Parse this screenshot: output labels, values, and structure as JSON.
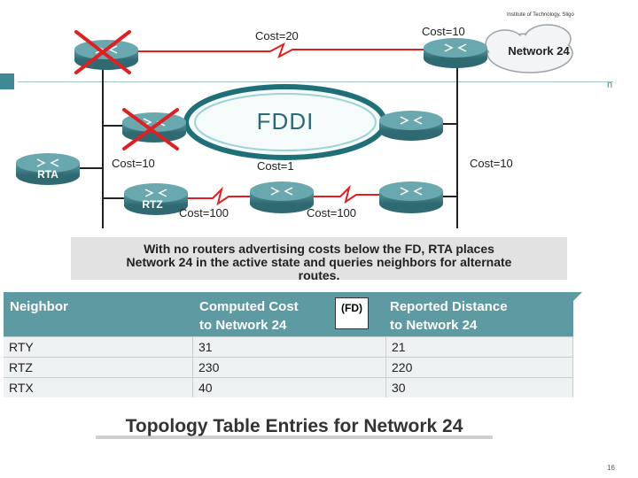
{
  "header": {
    "institute": "Institute of Technology, Sligo",
    "corner_letter": "n"
  },
  "diagram": {
    "cloud_label": "Network 24",
    "fddi_label": "FDDI",
    "routers": {
      "rta": "RTA",
      "rtz": "RTZ"
    },
    "costs": {
      "top": "Cost=20",
      "cloud": "Cost=10",
      "left": "Cost=10",
      "fddi": "Cost=1",
      "right": "Cost=10",
      "bottom_left": "Cost=100",
      "bottom_right": "Cost=100"
    }
  },
  "caption": {
    "line1": "With no routers advertising costs below the FD, RTA places",
    "line2": "Network 24 in the active state and queries neighbors for alternate",
    "line3": "routes."
  },
  "table": {
    "headers": {
      "neighbor": "Neighbor",
      "computed_1": "Computed Cost",
      "computed_2": "to Network 24",
      "fd": "(FD)",
      "reported_1": "Reported Distance",
      "reported_2": "to Network 24"
    },
    "rows": [
      {
        "neighbor": "RTY",
        "computed": "31",
        "reported": "21"
      },
      {
        "neighbor": "RTZ",
        "computed": "230",
        "reported": "220"
      },
      {
        "neighbor": "RTX",
        "computed": "40",
        "reported": "30"
      }
    ],
    "title": "Topology Table Entries for Network 24"
  },
  "footer": {
    "page_number": "16"
  },
  "colors": {
    "teal": "#5e9aa2",
    "router": "#3b7d86",
    "cross": "#e02020",
    "serial": "#e02020",
    "fddi_ring": "#1f6f79"
  }
}
